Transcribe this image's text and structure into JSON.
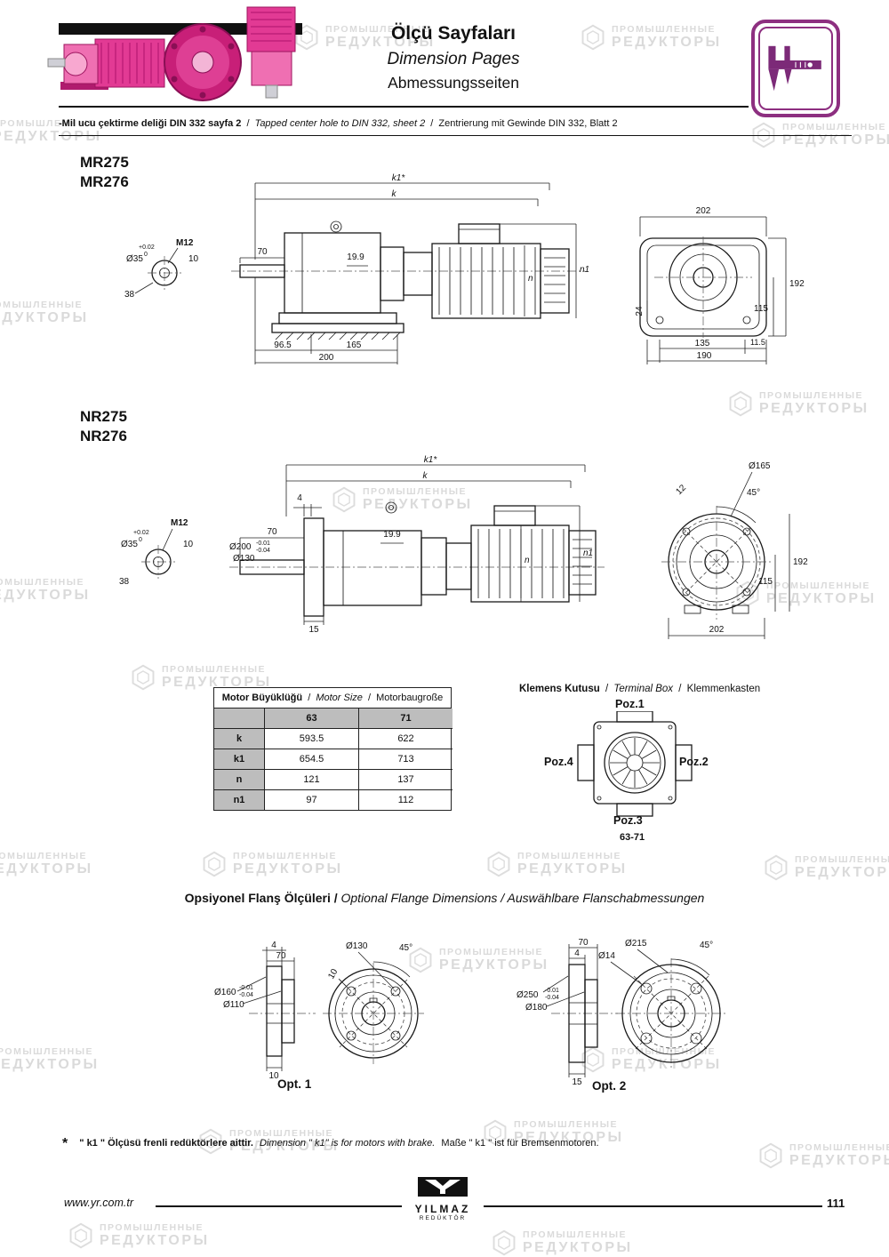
{
  "sep": "/",
  "page": {
    "number": "111",
    "url": "www.yr.com.tr"
  },
  "watermark": {
    "line1": "ПРОМЫШЛЕННЫЕ",
    "line2": "РЕДУКТОРЫ"
  },
  "header": {
    "title_tr": "Ölçü Sayfaları",
    "title_en": "Dimension Pages",
    "title_de": "Abmessungsseiten",
    "note_tr": "-Mil ucu çektirme deliği DIN 332 sayfa 2",
    "note_en": "Tapped center hole to DIN 332, sheet 2",
    "note_de": "Zentrierung mit Gewinde DIN 332, Blatt 2"
  },
  "mr": {
    "model1": "MR275",
    "model2": "MR276",
    "dims": {
      "k1": "k1*",
      "k": "k",
      "d70": "70",
      "d199": "19.9",
      "m12": "M12",
      "dia35": "Ø35",
      "tol_up": "+0.02",
      "tol_dn": "0",
      "d10": "10",
      "d38": "38",
      "d965": "96.5",
      "d165": "165",
      "d200": "200",
      "n": "n",
      "n1": "n1",
      "w202": "202",
      "d24": "24",
      "d192": "192",
      "d115": "115",
      "d11_5": "11.5",
      "d135": "135",
      "d190": "190"
    }
  },
  "nr": {
    "model1": "NR275",
    "model2": "NR276",
    "dims": {
      "k1": "k1*",
      "k": "k",
      "d4": "4",
      "d70": "70",
      "d199": "19.9",
      "dia200": "Ø200",
      "tol1": "-0.01",
      "tol2": "-0.04",
      "dia130": "Ø130",
      "d15": "15",
      "m12": "M12",
      "dia35": "Ø35",
      "tol_up": "+0.02",
      "tol_dn": "0",
      "d10": "10",
      "d38": "38",
      "n": "n",
      "n1": "n1",
      "dia165": "Ø165",
      "d12": "12",
      "a45": "45°",
      "d192": "192",
      "d115": "115",
      "d202": "202"
    }
  },
  "motor_table": {
    "title_tr": "Motor Büyüklüğü",
    "title_en": "Motor Size",
    "title_de": "Motorbaugroße",
    "columns": [
      "63",
      "71"
    ],
    "rows": [
      {
        "label": "k",
        "v63": "593.5",
        "v71": "622"
      },
      {
        "label": "k1",
        "v63": "654.5",
        "v71": "713"
      },
      {
        "label": "n",
        "v63": "121",
        "v71": "137"
      },
      {
        "label": "n1",
        "v63": "97",
        "v71": "112"
      }
    ]
  },
  "terminal": {
    "title_tr": "Klemens Kutusu",
    "title_en": "Terminal Box",
    "title_de": "Klemmenkasten",
    "poz1": "Poz.1",
    "poz2": "Poz.2",
    "poz3": "Poz.3",
    "poz4": "Poz.4",
    "range": "63-71"
  },
  "flange": {
    "title_tr": "Opsiyonel Flanş Ölçüleri /",
    "title_rest": "Optional Flange Dimensions / Auswählbare Flanschabmessungen",
    "opt1": {
      "label": "Opt. 1",
      "d4": "4",
      "d70": "70",
      "dia160": "Ø160",
      "tol1": "-0.01",
      "tol2": "-0.04",
      "dia110": "Ø110",
      "d10": "10",
      "d10b": "10",
      "dia130": "Ø130",
      "a45": "45°"
    },
    "opt2": {
      "label": "Opt. 2",
      "d70": "70",
      "d4": "4",
      "dia250": "Ø250",
      "tol1": "-0.01",
      "tol2": "-0.04",
      "dia180": "Ø180",
      "d15": "15",
      "dia215": "Ø215",
      "dia14": "Ø14",
      "a45": "45°"
    }
  },
  "footnote": {
    "star": "*",
    "tr": "\" k1 \" Ölçüsü frenli redüktörlere aittir.",
    "en": "Dimension \" k1\" is for motors with brake.",
    "de": "Maße \" k1 \" ist für Bremsenmotoren."
  },
  "brand": {
    "name": "YILMAZ",
    "sub": "REDÜKTÖR"
  }
}
